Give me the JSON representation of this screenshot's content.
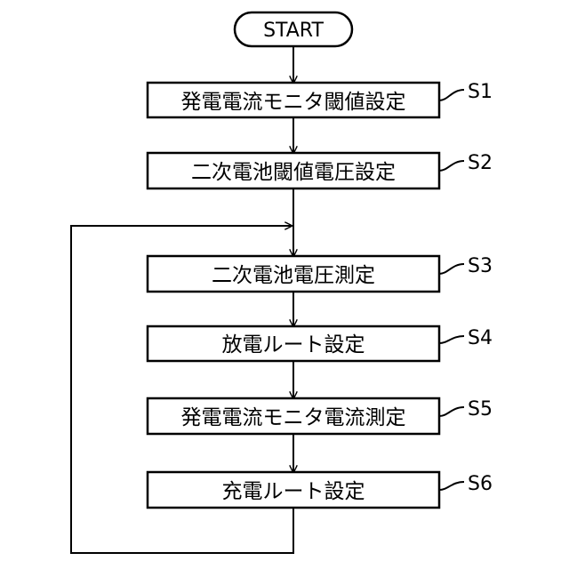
{
  "start": {
    "label": "START"
  },
  "steps": [
    {
      "id": "S1",
      "label": "発電電流モニタ閾値設定"
    },
    {
      "id": "S2",
      "label": "二次電池閾値電圧設定"
    },
    {
      "id": "S3",
      "label": "二次電池電圧測定"
    },
    {
      "id": "S4",
      "label": "放電ルート設定"
    },
    {
      "id": "S5",
      "label": "発電電流モニタ電流測定"
    },
    {
      "id": "S6",
      "label": "充電ルート設定"
    }
  ]
}
